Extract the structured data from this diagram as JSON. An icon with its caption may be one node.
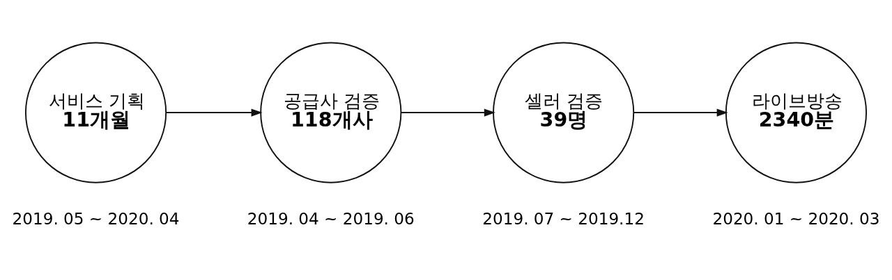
{
  "diagram": {
    "nodes": [
      {
        "text": [
          "서비스 기획",
          "11개월"
        ],
        "beside": [
          "2019. 05 ~ 2020. 04"
        ]
      },
      {
        "text": [
          "공급사 검증",
          "118개사"
        ],
        "beside": [
          "2019. 04 ~ 2019. 06"
        ]
      },
      {
        "text": [
          "셀러 검증",
          "39명"
        ],
        "beside": [
          "2019. 07 ~ 2019.12"
        ]
      },
      {
        "text": [
          "라이브방송",
          "2340분"
        ],
        "beside": [
          "2020. 01 ~ 2020. 03"
        ]
      }
    ],
    "edges": [
      {
        "from": 0,
        "to": 1,
        "arrow": "to"
      },
      {
        "from": 1,
        "to": 2,
        "arrow": "to"
      },
      {
        "from": 2,
        "to": 3,
        "arrow": "to"
      }
    ]
  }
}
